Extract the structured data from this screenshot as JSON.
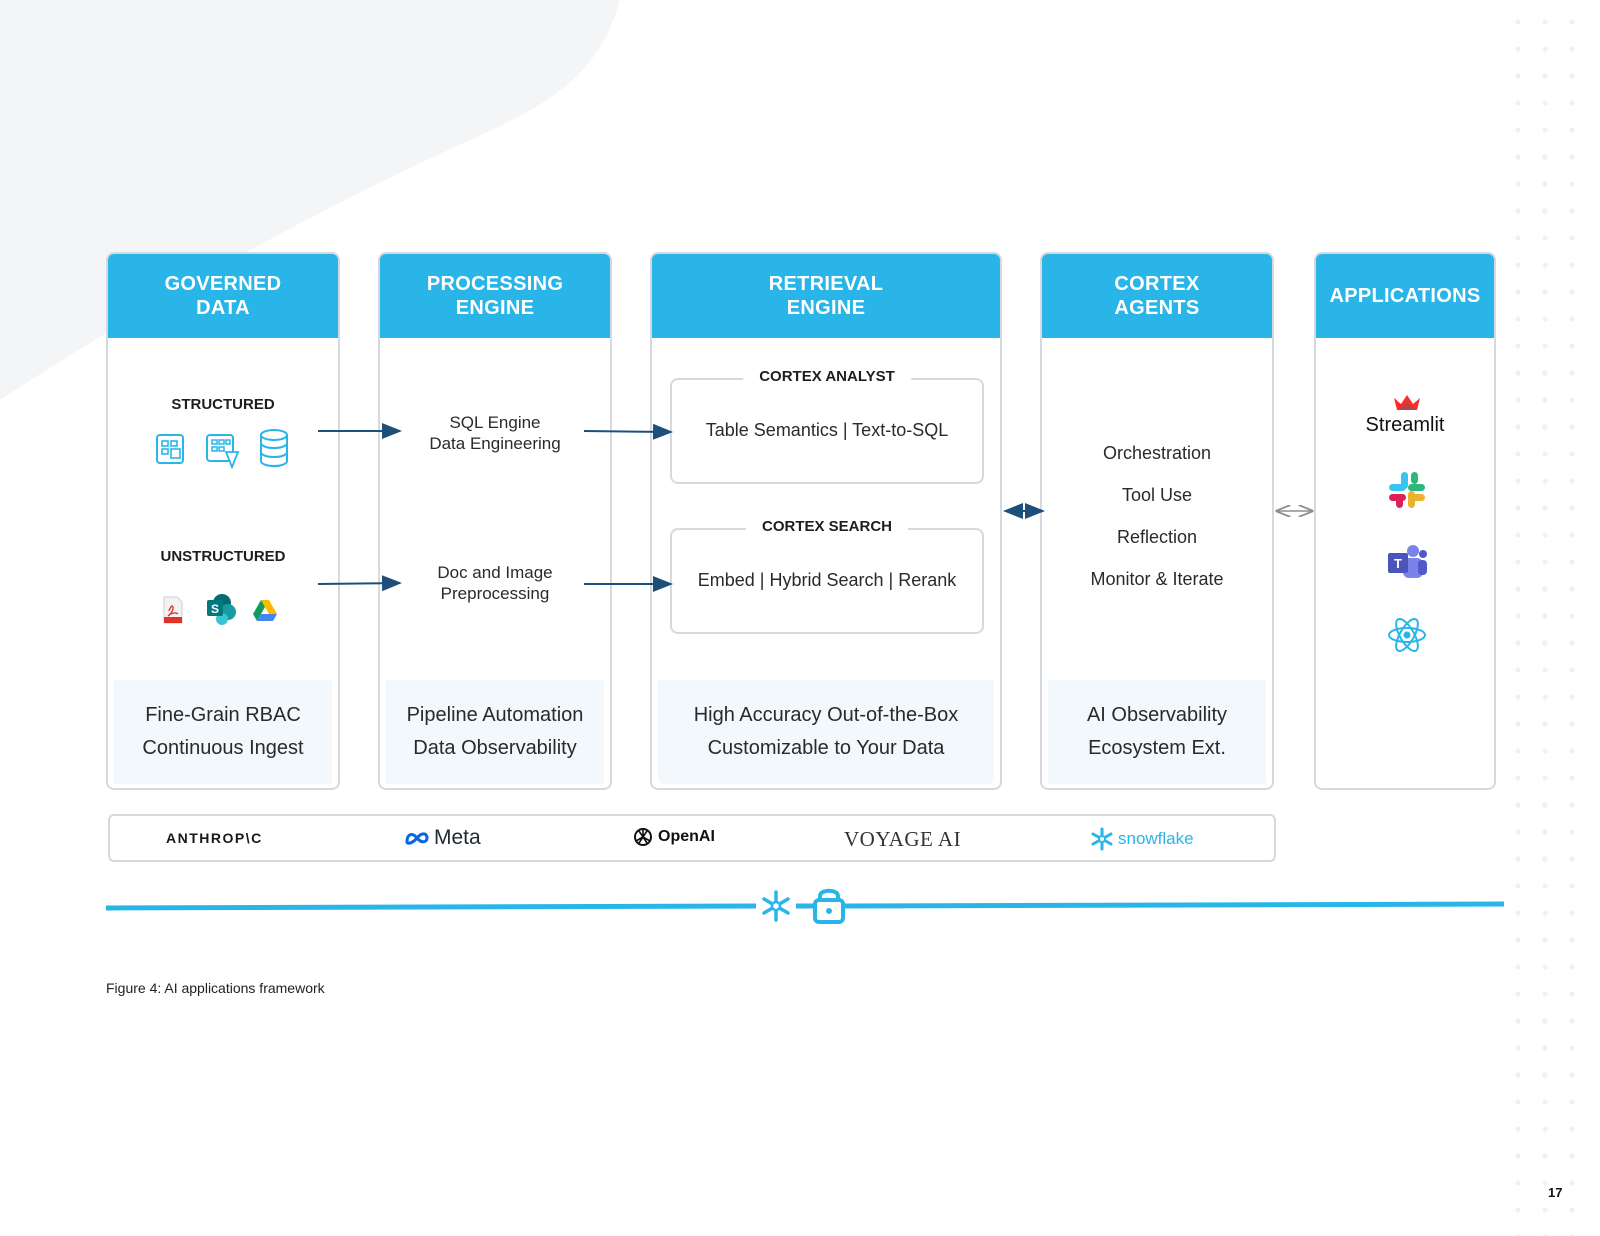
{
  "columns": {
    "governed": {
      "title_line1": "GOVERNED",
      "title_line2": "DATA",
      "structured_label": "STRUCTURED",
      "unstructured_label": "UNSTRUCTURED",
      "foot_line1": "Fine-Grain RBAC",
      "foot_line2": "Continuous Ingest"
    },
    "processing": {
      "title_line1": "PROCESSING",
      "title_line2": "ENGINE",
      "sql_line1": "SQL Engine",
      "sql_line2": "Data Engineering",
      "doc_line1": "Doc and Image",
      "doc_line2": "Preprocessing",
      "foot_line1": "Pipeline Automation",
      "foot_line2": "Data Observability"
    },
    "retrieval": {
      "title_line1": "RETRIEVAL",
      "title_line2": "ENGINE",
      "analyst_title": "CORTEX ANALYST",
      "analyst_text": "Table Semantics | Text-to-SQL",
      "search_title": "CORTEX SEARCH",
      "search_text": "Embed | Hybrid Search | Rerank",
      "foot_line1": "High Accuracy Out-of-the-Box",
      "foot_line2": "Customizable to Your Data"
    },
    "agents": {
      "title_line1": "CORTEX",
      "title_line2": "AGENTS",
      "items": [
        "Orchestration",
        "Tool Use",
        "Reflection",
        "Monitor & Iterate"
      ],
      "foot_line1": "AI Observability",
      "foot_line2": "Ecosystem Ext."
    },
    "applications": {
      "title": "APPLICATIONS",
      "streamlit_label": "Streamlit"
    }
  },
  "models": {
    "anthropic": "ANTHROP\\C",
    "meta": "Meta",
    "openai": "OpenAI",
    "voyage": "VOYAGE AI",
    "snowflake": "snowflake"
  },
  "icons": {
    "structured": [
      "table-doc-icon",
      "table-shape-icon",
      "database-icon"
    ],
    "unstructured": [
      "pdf-icon",
      "sharepoint-icon",
      "google-drive-icon"
    ],
    "apps": [
      "streamlit-crown-icon",
      "slack-icon",
      "teams-icon",
      "react-icon"
    ]
  },
  "colors": {
    "header": "#29b5e8",
    "arrow": "#1d4f7a",
    "footer_bg": "#f2f8fc",
    "border": "#d6d9dd"
  },
  "caption": "Figure 4: AI applications framework",
  "page_number": "17"
}
